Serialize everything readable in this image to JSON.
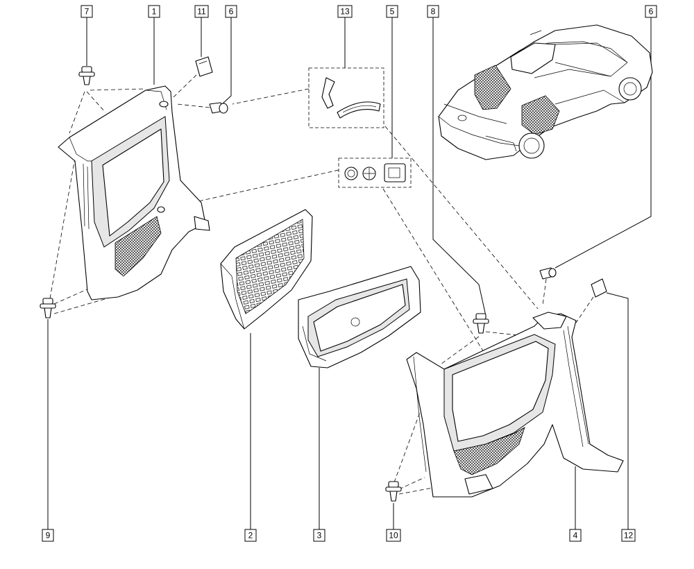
{
  "callouts": {
    "c7": "7",
    "c1": "1",
    "c11": "11",
    "c6a": "6",
    "c13": "13",
    "c5": "5",
    "c8": "8",
    "c6b": "6",
    "c9": "9",
    "c2": "2",
    "c3": "3",
    "c10": "10",
    "c4": "4",
    "c12": "12"
  }
}
